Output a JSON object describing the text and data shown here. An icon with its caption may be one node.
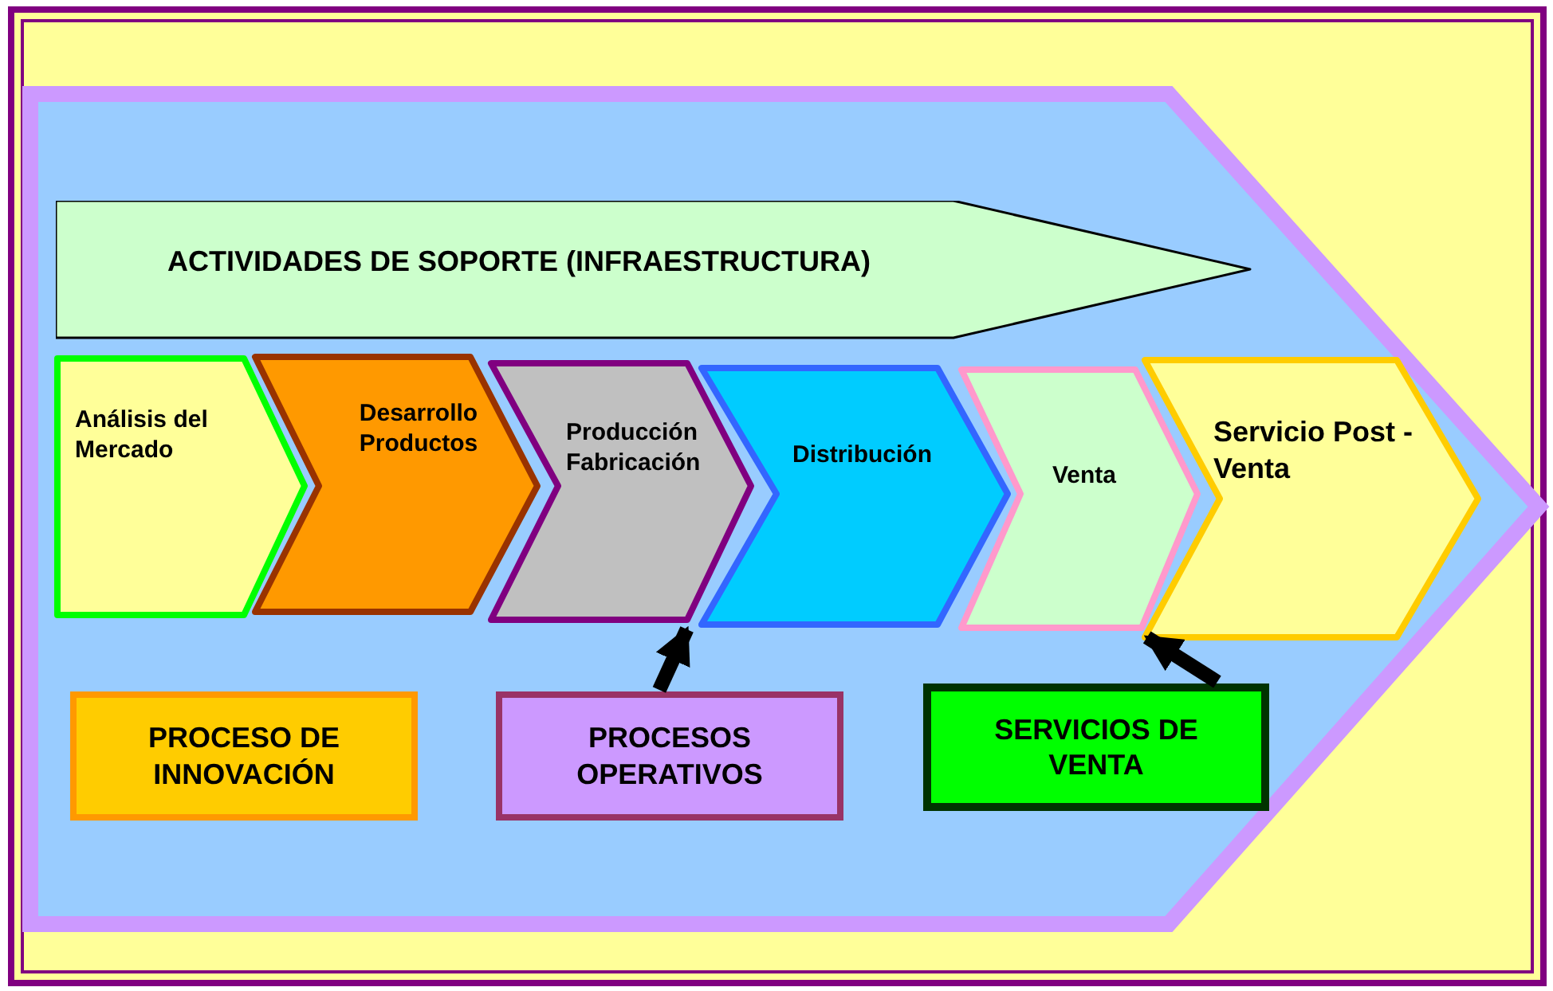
{
  "diagram": {
    "nodes": [
      {
        "text": [
          "ACTIVIDADES DE SOPORTE (INFRAESTRUCTURA)"
        ]
      },
      {
        "text": [
          "Análisis del Mercado"
        ]
      },
      {
        "text": [
          "Desarrollo Productos"
        ]
      },
      {
        "text": [
          "Producción Fabricación"
        ]
      },
      {
        "text": [
          "Distribución"
        ]
      },
      {
        "text": [
          "Venta"
        ]
      },
      {
        "text": [
          "Servicio Post - Venta"
        ]
      },
      {
        "text": [
          "PROCESO DE INNOVACIÓN"
        ]
      },
      {
        "text": [
          "PROCESOS OPERATIVOS"
        ]
      },
      {
        "text": [
          "SERVICIOS DE VENTA"
        ]
      }
    ],
    "edges": [
      {
        "from": 8,
        "to": 3,
        "arrow": "to"
      },
      {
        "from": 9,
        "to": 5,
        "arrow": "to"
      }
    ]
  }
}
